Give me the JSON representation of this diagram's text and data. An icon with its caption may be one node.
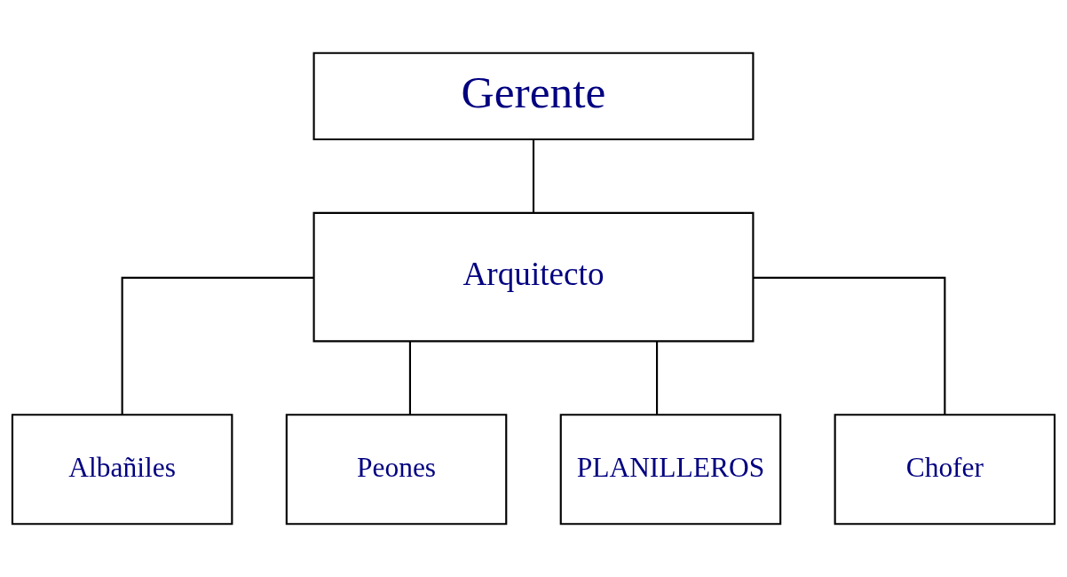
{
  "diagram": {
    "nodes": [
      {
        "text": [
          "Gerente"
        ]
      },
      {
        "text": [
          "Arquitecto"
        ]
      },
      {
        "text": [
          "Albañiles"
        ]
      },
      {
        "text": [
          "Peones"
        ]
      },
      {
        "text": [
          "PLANILLEROS"
        ]
      },
      {
        "text": [
          "Chofer"
        ]
      }
    ],
    "edges": [
      {
        "from": 0,
        "to": 1,
        "arrow": "none"
      },
      {
        "from": 1,
        "to": 2,
        "arrow": "none"
      },
      {
        "from": 1,
        "to": 3,
        "arrow": "none"
      },
      {
        "from": 1,
        "to": 4,
        "arrow": "none"
      },
      {
        "from": 1,
        "to": 5,
        "arrow": "none"
      }
    ]
  }
}
